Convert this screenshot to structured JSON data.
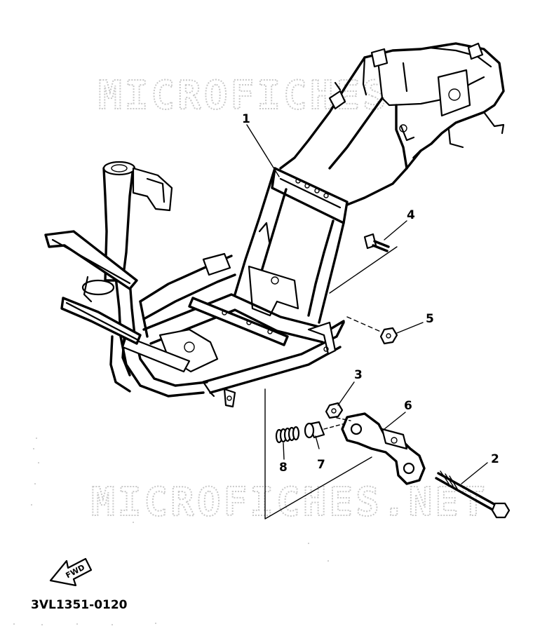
{
  "watermarks": [
    "MICROFICHES.NET",
    "MICROFICHES.NET"
  ],
  "callouts": [
    "1",
    "2",
    "3",
    "4",
    "5",
    "6",
    "7",
    "8"
  ],
  "fwd_label": "FWD",
  "part_code": "3VL1351-0120"
}
